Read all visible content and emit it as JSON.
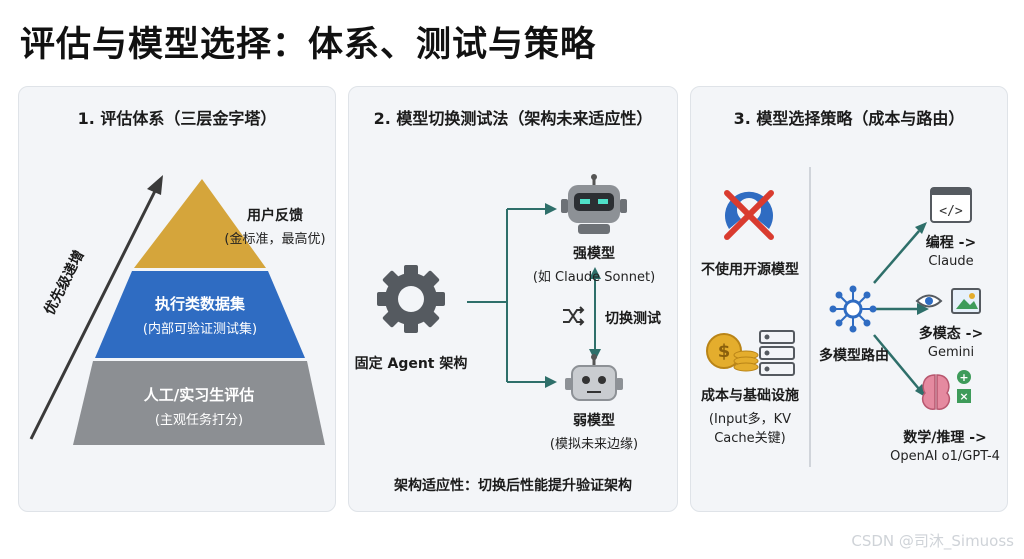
{
  "title": "评估与模型选择：体系、测试与策略",
  "panel1": {
    "title": "1. 评估体系（三层金字塔）",
    "top_label": "用户反馈",
    "top_sub": "(金标准，最高优)",
    "mid_label": "执行类数据集",
    "mid_sub": "(内部可验证测试集)",
    "bottom_label": "人工/实习生评估",
    "bottom_sub": "(主观任务打分)",
    "arrow_label": "优先级递增",
    "colors": {
      "top": "#d5a53b",
      "mid": "#2f6cc2",
      "bottom": "#8c8f93"
    }
  },
  "panel2": {
    "title": "2. 模型切换测试法（架构未来适应性）",
    "agent_label": "固定 Agent 架构",
    "strong_label": "强模型",
    "strong_sub": "(如 Claude Sonnet)",
    "weak_label": "弱模型",
    "weak_sub": "(模拟未来边缘)",
    "switch_label": "切换测试",
    "footer": "架构适应性：切换后性能提升验证架构",
    "colors": {
      "arrow": "#2e6f6a"
    }
  },
  "panel3": {
    "title": "3. 模型选择策略（成本与路由）",
    "no_oss": "不使用开源模型",
    "cost_label": "成本与基础设施",
    "cost_sub1": "(Input多，KV",
    "cost_sub2": "Cache关键)",
    "router_label": "多模型路由",
    "coding_label": "编程 ->",
    "coding_model": "Claude",
    "multimodal_label": "多模态 ->",
    "multimodal_model": "Gemini",
    "math_label": "数学/推理 ->",
    "math_model": "OpenAI o1/GPT-4",
    "colors": {
      "arrow": "#2e6f6a"
    }
  },
  "watermark": "CSDN @司沐_Simuoss"
}
